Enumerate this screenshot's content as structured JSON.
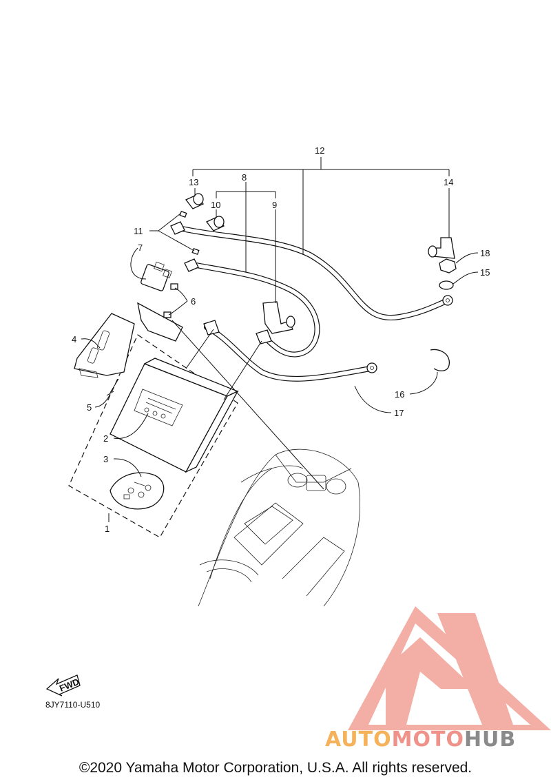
{
  "diagram": {
    "callouts": [
      "1",
      "2",
      "3",
      "4",
      "5",
      "6",
      "7",
      "8",
      "9",
      "10",
      "11",
      "12",
      "13",
      "14",
      "15",
      "16",
      "17",
      "18"
    ],
    "drawing_code": "8JY7110-U510",
    "fwd_label": "FWD",
    "copyright": "©2020 Yamaha Motor Corporation, U.S.A. All rights reserved."
  },
  "watermark": {
    "text_part1": "AUTO",
    "text_part2": "MOTO",
    "text_part3": "HUB",
    "colors": {
      "orange": "#f5b25a",
      "red": "#f0928a",
      "gray": "#8a8a8a"
    }
  }
}
